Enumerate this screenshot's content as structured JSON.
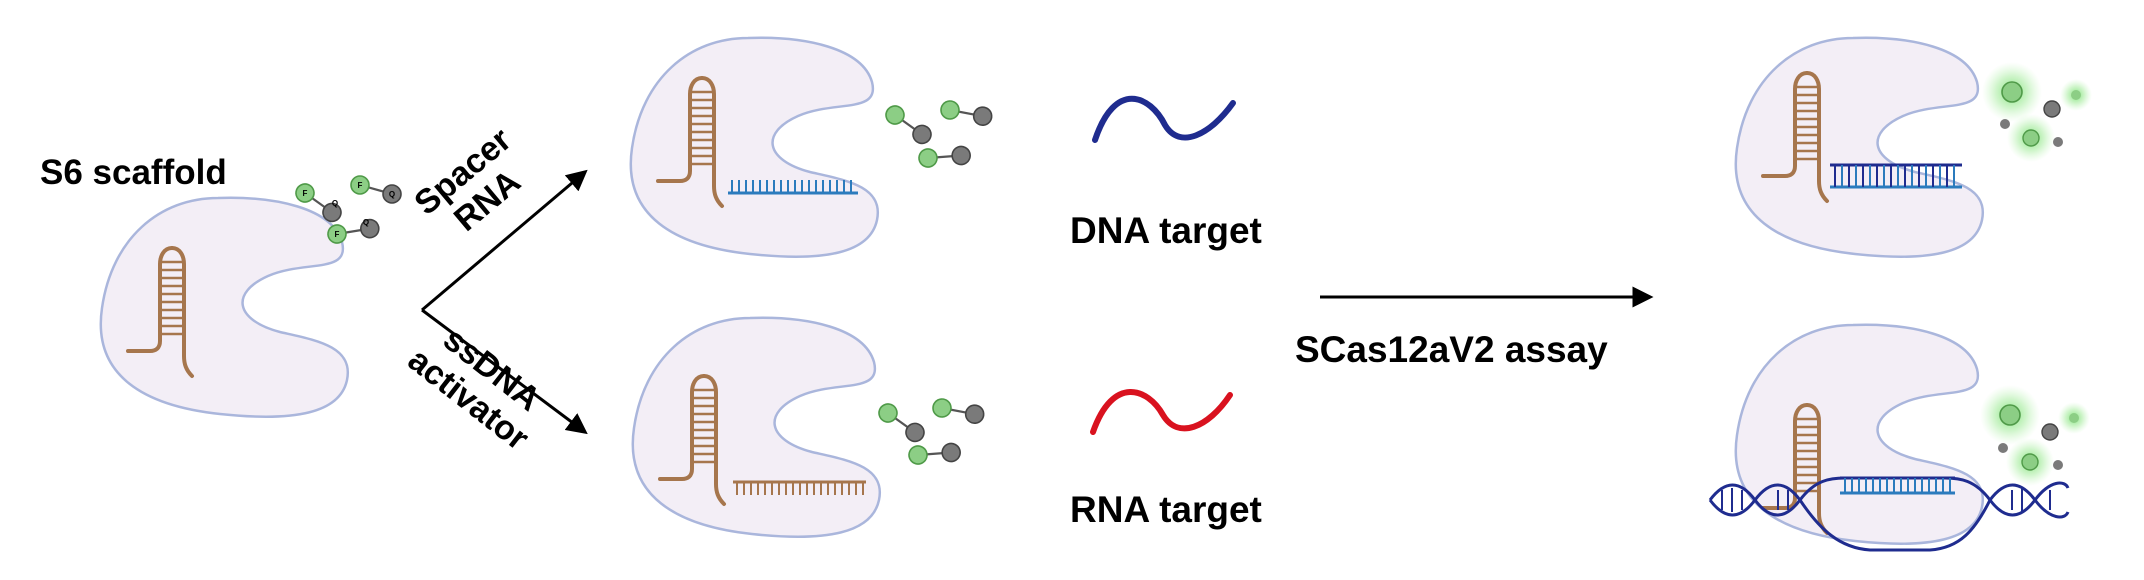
{
  "labels": {
    "scaffold": "S6 scaffold",
    "spacer_line1": "Spacer",
    "spacer_line2": "RNA",
    "ssdna_line1": "ssDNA",
    "ssdna_line2": "activator",
    "dna_target": "DNA target",
    "rna_target": "RNA target",
    "assay": "SCas12aV2 assay"
  },
  "reporter_letters": {
    "fluorophore": "F",
    "quencher": "Q"
  },
  "colors": {
    "protein_fill": "#f3eef6",
    "protein_stroke": "#aab6dc",
    "crrna": "#a6764d",
    "spacer_rna": "#2b7bbd",
    "ssdna": "#a6764d",
    "dna": "#1f2c8f",
    "rna": "#d9121f",
    "fluor": "#8cce85",
    "fluor_stroke": "#4f9a48",
    "quencher": "#7a7a7a",
    "arrow": "#000000"
  },
  "icons": [
    "scaffold-protein-icon",
    "reporter-icon",
    "dna-strand-icon",
    "rna-strand-icon",
    "double-helix-icon",
    "arrow-icon"
  ]
}
